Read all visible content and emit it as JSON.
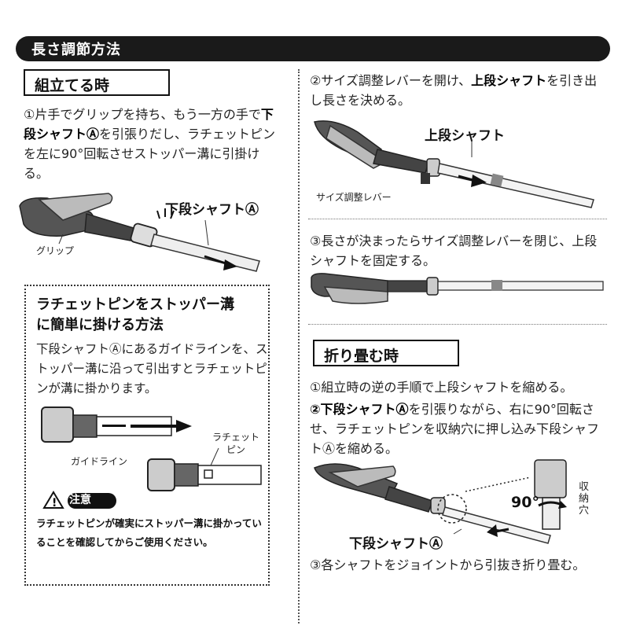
{
  "header": {
    "title": "長さ調節方法"
  },
  "assemble": {
    "heading": "組立てる時",
    "step1_text": "①片手でグリップを持ち、もう一方の手で",
    "step1_bold": "下段シャフトⒶ",
    "step1_text2": "を引張りだし、ラチェットピンを左に90°回転させストッパー溝に引掛ける。",
    "label_shaft": "下段シャフトⒶ",
    "label_grip": "グリップ"
  },
  "tip": {
    "title_line1": "ラチェットピンをストッパー溝",
    "title_line2": "に簡単に掛ける方法",
    "body": "下段シャフトⒶにあるガイドラインを、ストッパー溝に沿って引出すとラチェットピンが溝に掛かります。",
    "label_guideline": "ガイドライン",
    "label_ratchet_line1": "ラチェット",
    "label_ratchet_line2": "ピン",
    "notice_label": "注意",
    "notice_text": "ラチェットピンが確実にストッパー溝に掛かっていることを確認してからご使用ください。"
  },
  "adjust": {
    "step2_text": "②サイズ調整レバーを開け、",
    "step2_bold": "上段シャフト",
    "step2_text2": "を引き出し長さを決める。",
    "label_upper_shaft": "上段シャフト",
    "label_lever": "サイズ調整レバー",
    "step3_text": "③長さが決まったらサイズ調整レバーを閉じ、上段シャフトを固定する。"
  },
  "fold": {
    "heading": "折り畳む時",
    "step1_text": "①組立時の逆の手順で上段シャフトを縮める。",
    "step2_bold": "②下段シャフトⒶ",
    "step2_text": "を引張りながら、右に90°回転させ、ラチェットピンを収納穴に押し込み下段シャフトⒶを縮める。",
    "label_angle": "90°",
    "label_hole": "収納穴",
    "label_shaft": "下段シャフトⒶ",
    "step3_text": "③各シャフトをジョイントから引抜き折り畳む。"
  }
}
